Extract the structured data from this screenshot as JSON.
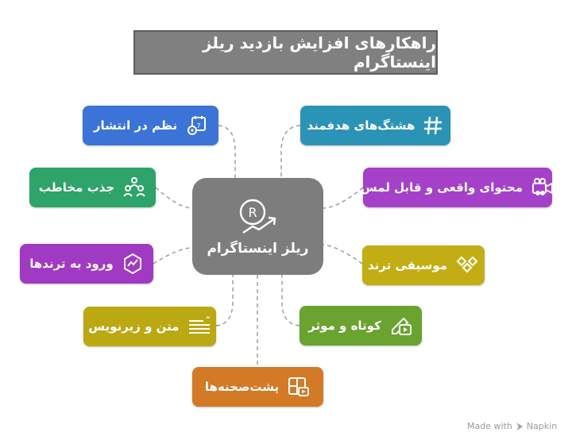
{
  "title": "راهکارهای افزایش بازدید ریلز اینستاگرام",
  "center": {
    "label": "ریلز اینستاگرام",
    "color": "#7d7d7d",
    "icon": "reels-growth-icon"
  },
  "nodes": [
    {
      "id": "schedule",
      "label": "نظم در انتشار",
      "color": "#3b74d6",
      "icon": "calendar-gear-icon"
    },
    {
      "id": "hashtags",
      "label": "هشتگ‌های هدفمند",
      "color": "#2b93b6",
      "icon": "hashtag-icon"
    },
    {
      "id": "audience",
      "label": "جذب مخاطب",
      "color": "#2ea36a",
      "icon": "people-icon"
    },
    {
      "id": "authentic",
      "label": "محتوای واقعی و قابل لمس",
      "color": "#a541c9",
      "icon": "video-camera-icon"
    },
    {
      "id": "trends",
      "label": "ورود به ترندها",
      "color": "#a13ac2",
      "icon": "trend-badge-icon"
    },
    {
      "id": "music",
      "label": "موسیقی ترند",
      "color": "#c2ae14",
      "icon": "music-diamonds-icon"
    },
    {
      "id": "captions",
      "label": "متن و زیرنویس",
      "color": "#bba812",
      "icon": "caption-quote-icon"
    },
    {
      "id": "short",
      "label": "کوتاه و موثر",
      "color": "#6aa330",
      "icon": "edit-video-icon"
    },
    {
      "id": "behind",
      "label": "پشت‌صحنه‌ها",
      "color": "#d27a26",
      "icon": "behind-scenes-icon"
    }
  ],
  "footer": {
    "made_with": "Made with",
    "brand": "Napkin"
  }
}
